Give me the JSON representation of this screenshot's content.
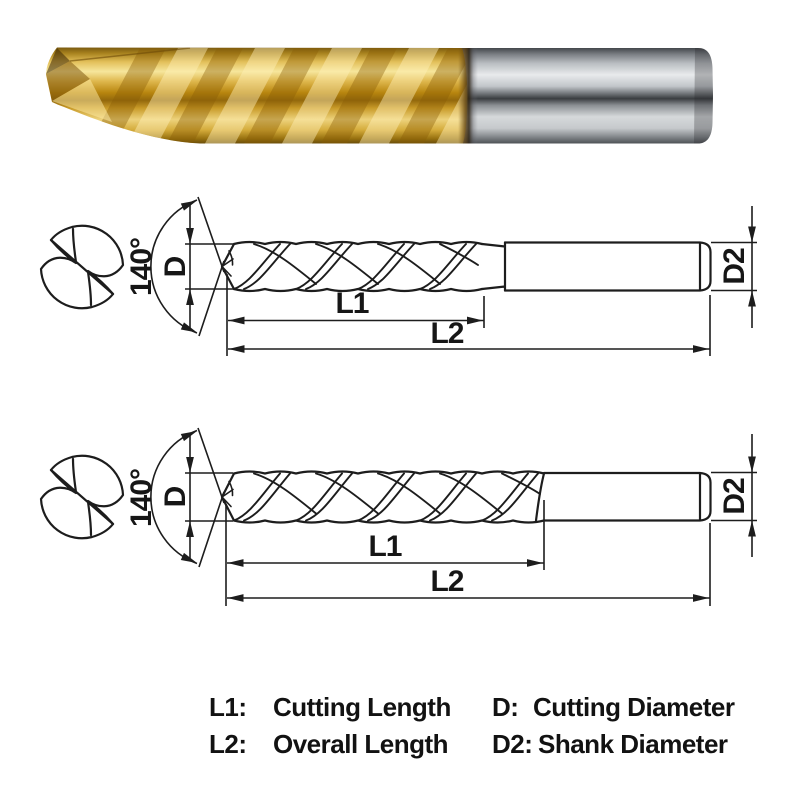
{
  "product": {
    "description": "Twist drill bit with TiN coated flutes and plain carbide shank",
    "flute_color": "#d9b44a",
    "shank_color": "#c6c9cc",
    "line_color": "#1d1d1d"
  },
  "dim_labels": {
    "angle": "140°",
    "d": "D",
    "l1": "L1",
    "l2": "L2",
    "d2": "D2"
  },
  "legend": {
    "items": [
      {
        "label": "L1:",
        "text": "Cutting Length"
      },
      {
        "label": "L2:",
        "text": "Overall Length"
      },
      {
        "label": "D:",
        "text": "Cutting Diameter"
      },
      {
        "label": "D2:",
        "text": "Shank Diameter"
      }
    ]
  }
}
